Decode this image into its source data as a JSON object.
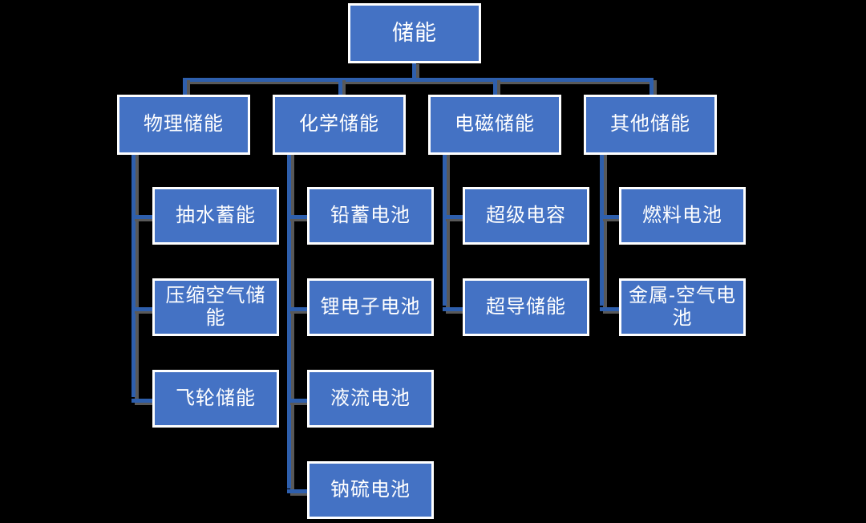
{
  "diagram": {
    "type": "organizational-tree",
    "title": "储能",
    "colors": {
      "node_fill": "#4472C4",
      "node_border": "#FFFFFF",
      "connector": "#2E5FAD",
      "connector_shadow": "#595959",
      "text": "#FFFFFF",
      "background": "#000000"
    },
    "root": {
      "label": "储能"
    },
    "branches": [
      {
        "label": "物理储能",
        "children": [
          {
            "label": "抽水蓄能"
          },
          {
            "label": "压缩空气储\n能"
          },
          {
            "label": "飞轮储能"
          }
        ]
      },
      {
        "label": "化学储能",
        "children": [
          {
            "label": "铅蓄电池"
          },
          {
            "label": "锂电子电池"
          },
          {
            "label": "液流电池"
          },
          {
            "label": "钠硫电池"
          }
        ]
      },
      {
        "label": "电磁储能",
        "children": [
          {
            "label": "超级电容"
          },
          {
            "label": "超导储能"
          }
        ]
      },
      {
        "label": "其他储能",
        "children": [
          {
            "label": "燃料电池"
          },
          {
            "label": "金属-空气电\n池"
          }
        ]
      }
    ]
  }
}
